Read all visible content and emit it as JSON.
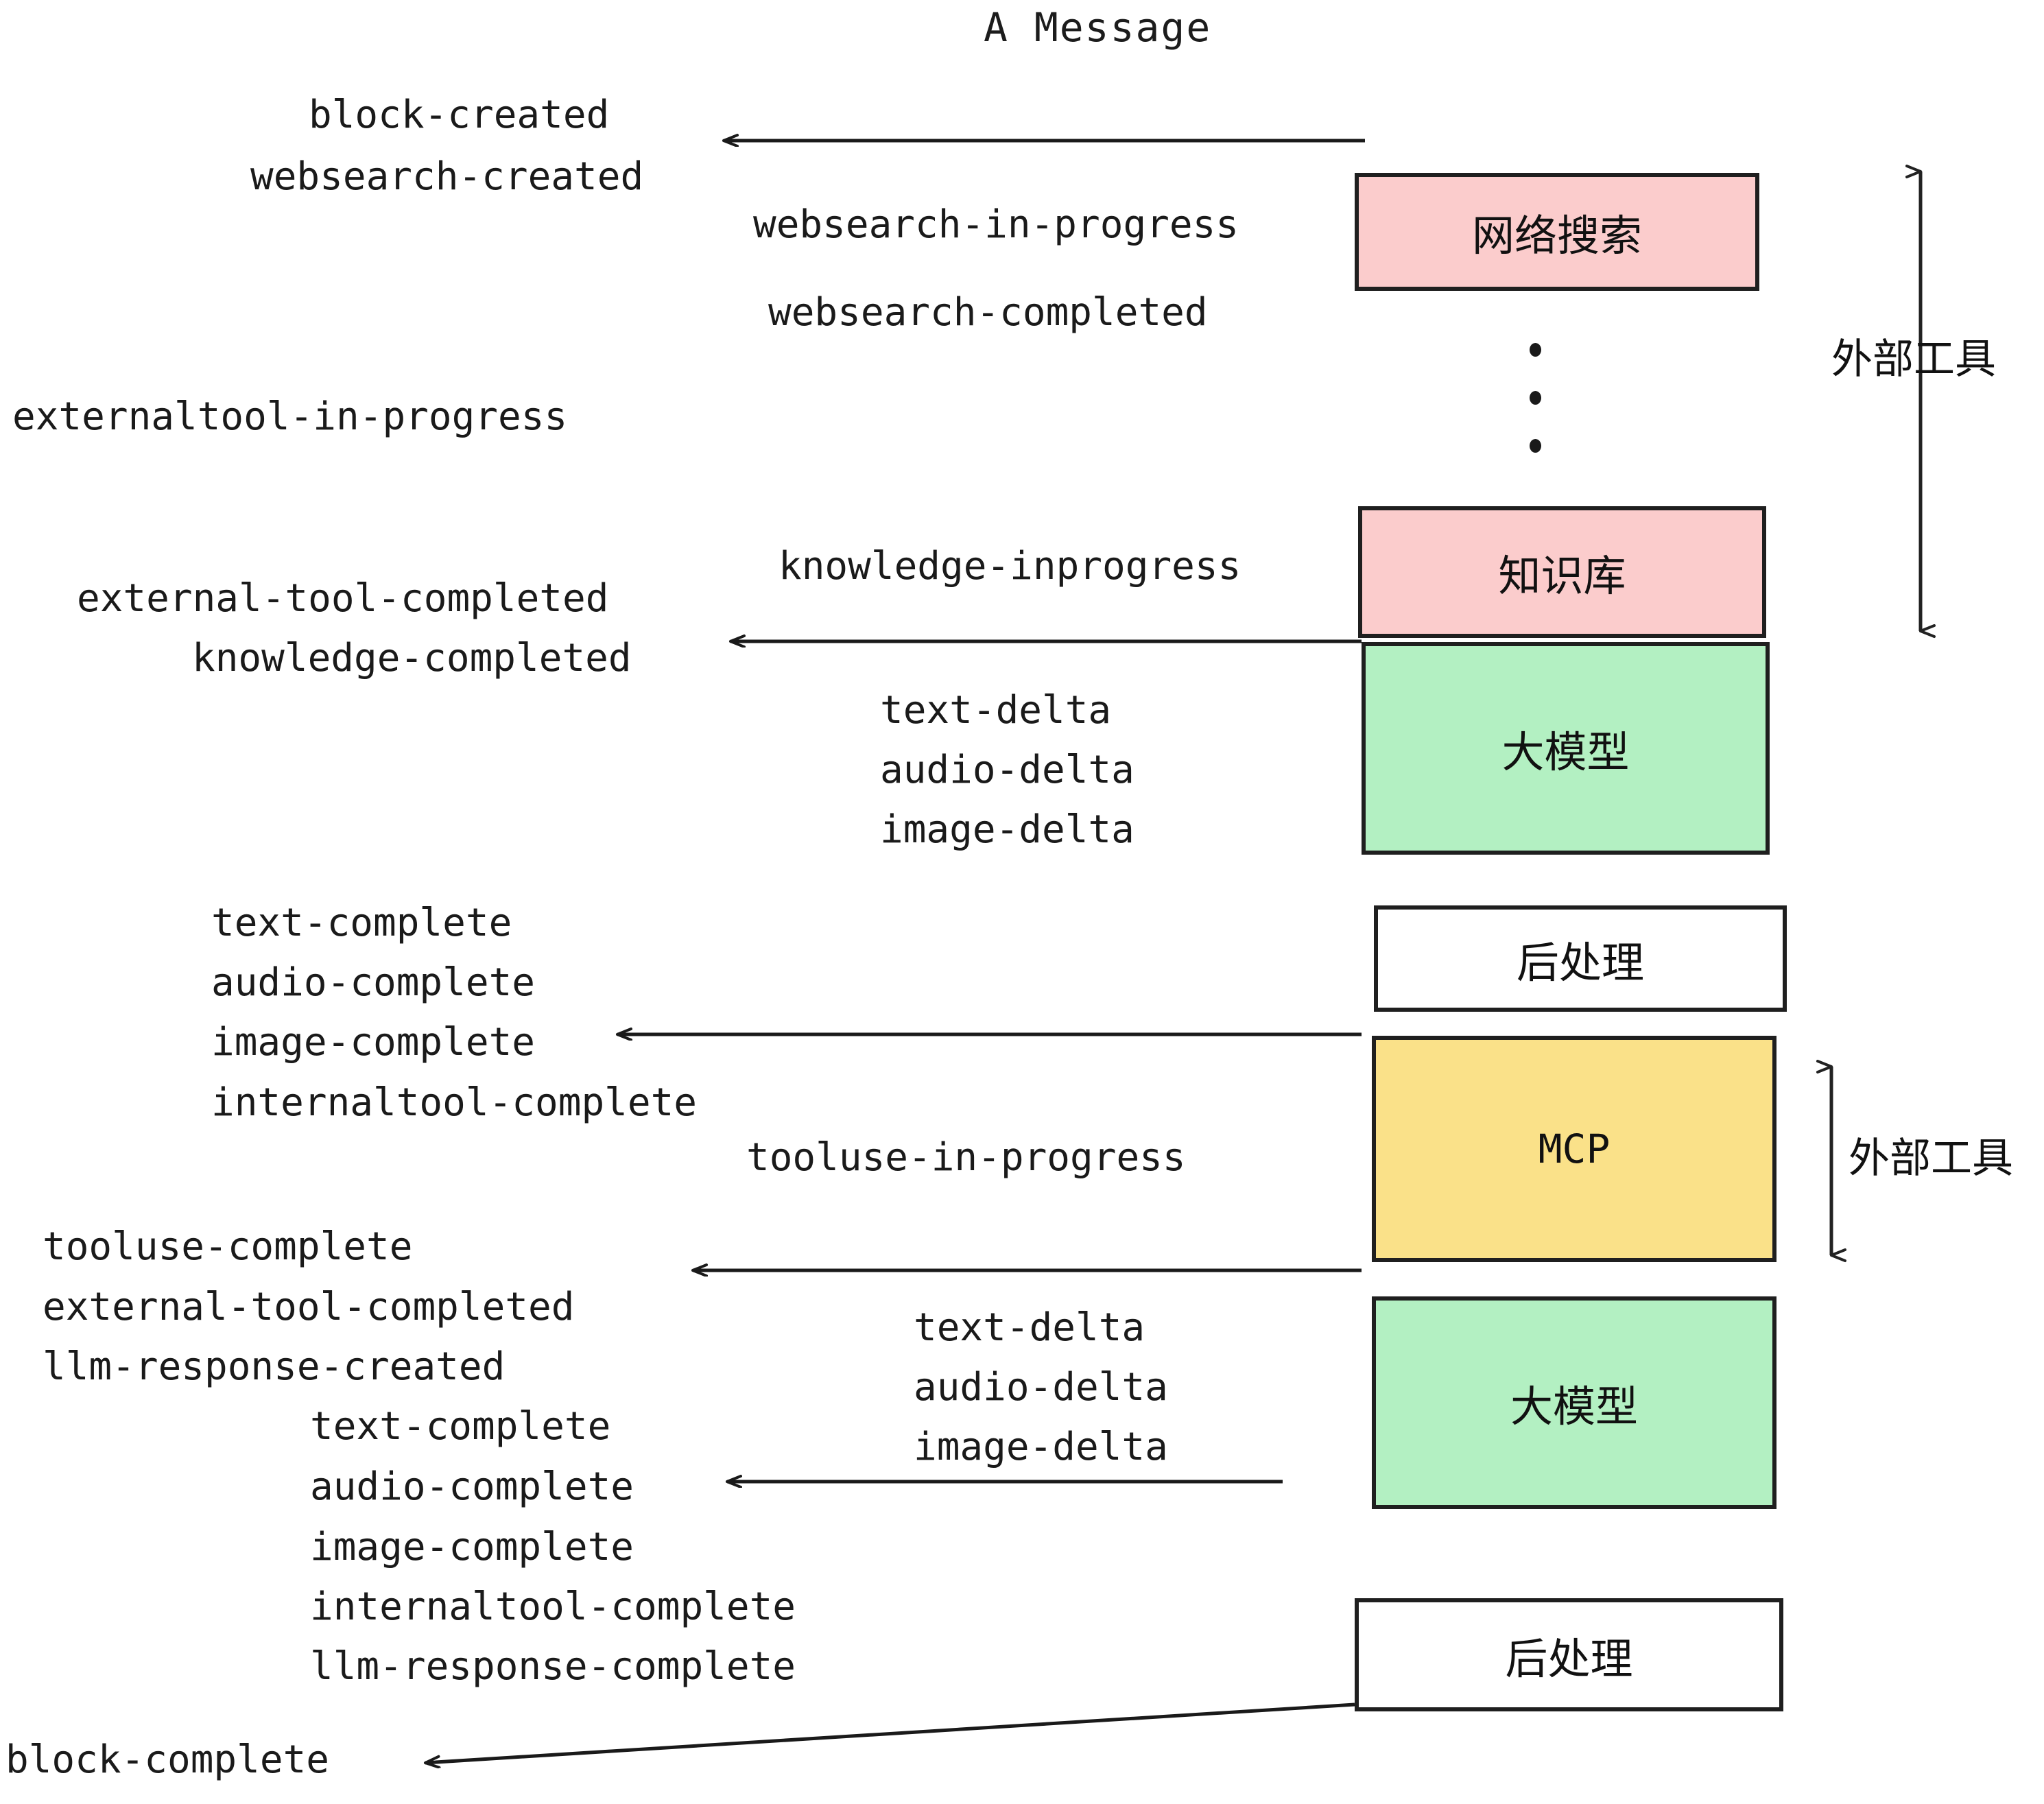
{
  "diagram": {
    "title": "A Message",
    "background": "#ffffff",
    "stroke": "#1f1f1f"
  },
  "colors": {
    "pink": "#FBCCCC",
    "green": "#B3F0C2",
    "yellow": "#FAE189",
    "white": "#FFFFFF",
    "ink": "#1a1a1a"
  },
  "nodes": [
    {
      "id": "websearch",
      "label": "网络搜索",
      "fill": "#FBCCCC",
      "kind": "external-tool"
    },
    {
      "id": "knowledge",
      "label": "知识库",
      "fill": "#FBCCCC",
      "kind": "external-tool"
    },
    {
      "id": "llm-1",
      "label": "大模型",
      "fill": "#B3F0C2",
      "kind": "model"
    },
    {
      "id": "postprocess-1",
      "label": "后处理",
      "fill": "#FFFFFF",
      "kind": "postprocess"
    },
    {
      "id": "mcp",
      "label": "MCP",
      "fill": "#FAE189",
      "kind": "external-tool"
    },
    {
      "id": "llm-2",
      "label": "大模型",
      "fill": "#B3F0C2",
      "kind": "model"
    },
    {
      "id": "postprocess-2",
      "label": "后处理",
      "fill": "#FFFFFF",
      "kind": "postprocess"
    }
  ],
  "side_labels": [
    {
      "id": "external-tools-top",
      "text": "外部工具"
    },
    {
      "id": "external-tools-bottom",
      "text": "外部工具"
    }
  ],
  "events": {
    "block_created": "block-created",
    "websearch_created": "websearch-created",
    "websearch_in_progress": "websearch-in-progress",
    "websearch_completed": "websearch-completed",
    "externaltool_in_progress": "externaltool-in-progress",
    "knowledge_inprogress": "knowledge-inprogress",
    "external_tool_completed_1": "external-tool-completed",
    "knowledge_completed": "knowledge-completed",
    "text_delta_1": "text-delta",
    "audio_delta_1": "audio-delta",
    "image_delta_1": "image-delta",
    "text_complete_1": "text-complete",
    "audio_complete_1": "audio-complete",
    "image_complete_1": "image-complete",
    "internaltool_complete_1": "internaltool-complete",
    "tooluse_in_progress": "tooluse-in-progress",
    "tooluse_complete": "tooluse-complete",
    "external_tool_completed_2": "external-tool-completed",
    "llm_response_created": "llm-response-created",
    "text_delta_2": "text-delta",
    "audio_delta_2": "audio-delta",
    "image_delta_2": "image-delta",
    "text_complete_2": "text-complete",
    "audio_complete_2": "audio-complete",
    "image_complete_2": "image-complete",
    "internaltool_complete_2": "internaltool-complete",
    "llm_response_complete": "llm-response-complete",
    "block_complete": "block-complete"
  }
}
